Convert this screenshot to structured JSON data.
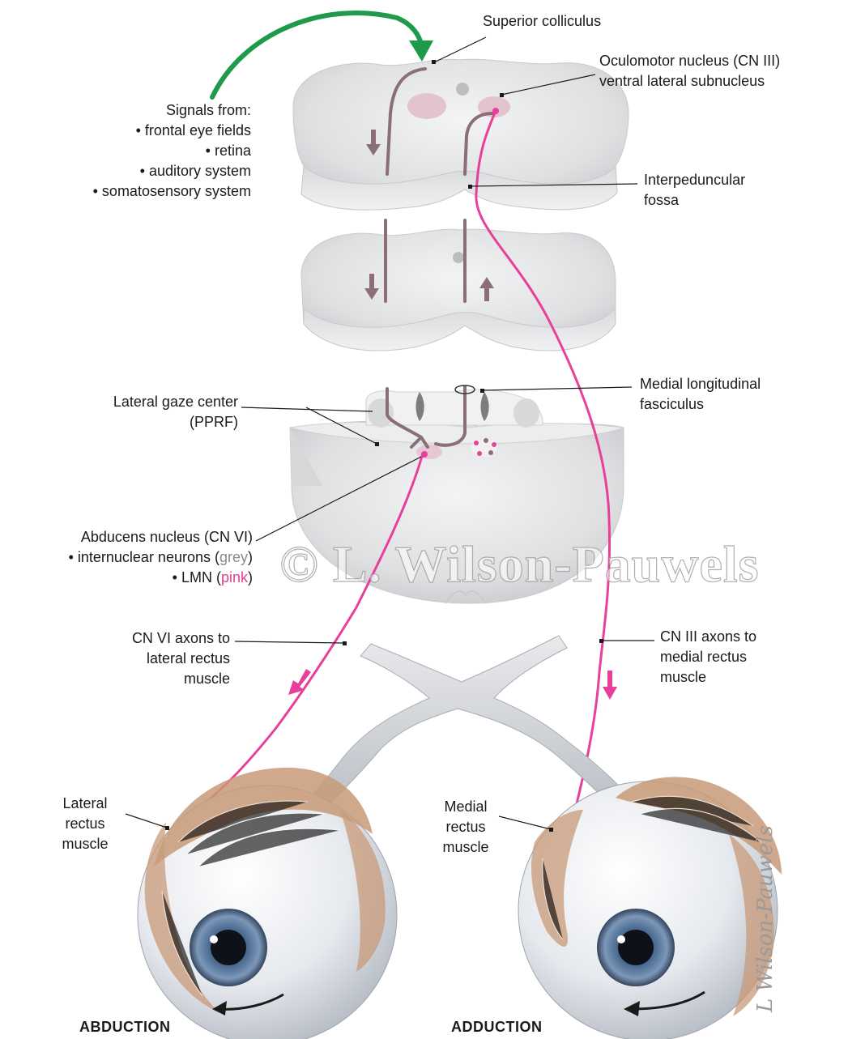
{
  "labels": {
    "superior_colliculus": "Superior colliculus",
    "oculomotor_nucleus": [
      "Oculomotor nucleus (CN III)",
      "ventral lateral subnucleus"
    ],
    "signals": [
      "Signals from:",
      "• frontal eye fields",
      "• retina",
      "• auditory system",
      "• somatosensory system"
    ],
    "interpeduncular": [
      "Interpeduncular",
      "fossa"
    ],
    "mlf": [
      "Medial longitudinal",
      "fasciculus"
    ],
    "lateral_gaze": [
      "Lateral gaze center",
      "(PPRF)"
    ],
    "abducens": {
      "line1": "Abducens nucleus (CN VI)",
      "line2_pre": "• internuclear neurons (",
      "line2_color": "grey",
      "line2_post": ")",
      "line3_pre": "• LMN (",
      "line3_color": "pink",
      "line3_post": ")"
    },
    "cn6_axons": [
      "CN VI axons to",
      "lateral rectus",
      "muscle"
    ],
    "cn3_axons": [
      "CN III axons to",
      "medial rectus",
      "muscle"
    ],
    "lateral_rectus": [
      "Lateral",
      "rectus",
      "muscle"
    ],
    "medial_rectus": [
      "Medial",
      "rectus",
      "muscle"
    ],
    "abduction": "ABDUCTION",
    "adduction": "ADDUCTION"
  },
  "watermark": "© L. Wilson-Pauwels",
  "signature": "L Wilson-Pauwels",
  "colors": {
    "grey_pathway": "#8a6f7a",
    "pink_pathway": "#e8409a",
    "green_arrow": "#1f9a4a",
    "tissue": "#e7e8ea",
    "muscle": "#c89a78"
  }
}
